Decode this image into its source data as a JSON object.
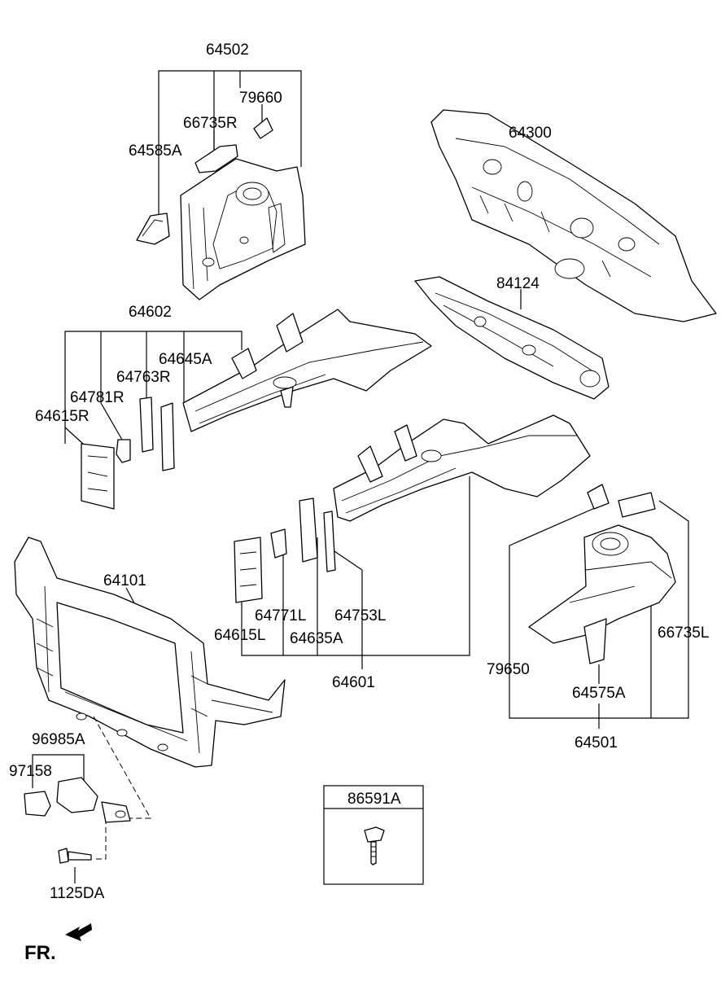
{
  "labels": {
    "p64502": "64502",
    "p79660": "79660",
    "p66735R": "66735R",
    "p64585A": "64585A",
    "p64300": "64300",
    "p84124": "84124",
    "p64602": "64602",
    "p64645A": "64645A",
    "p64763R": "64763R",
    "p64781R": "64781R",
    "p64615R": "64615R",
    "p64101": "64101",
    "p64771L": "64771L",
    "p64753L": "64753L",
    "p64615L": "64615L",
    "p64635A": "64635A",
    "p64601": "64601",
    "p79650": "79650",
    "p66735L": "66735L",
    "p64575A": "64575A",
    "p64501": "64501",
    "p96985A": "96985A",
    "p97158": "97158",
    "p1125DA": "1125DA",
    "p86591A": "86591A",
    "fr": "FR."
  }
}
